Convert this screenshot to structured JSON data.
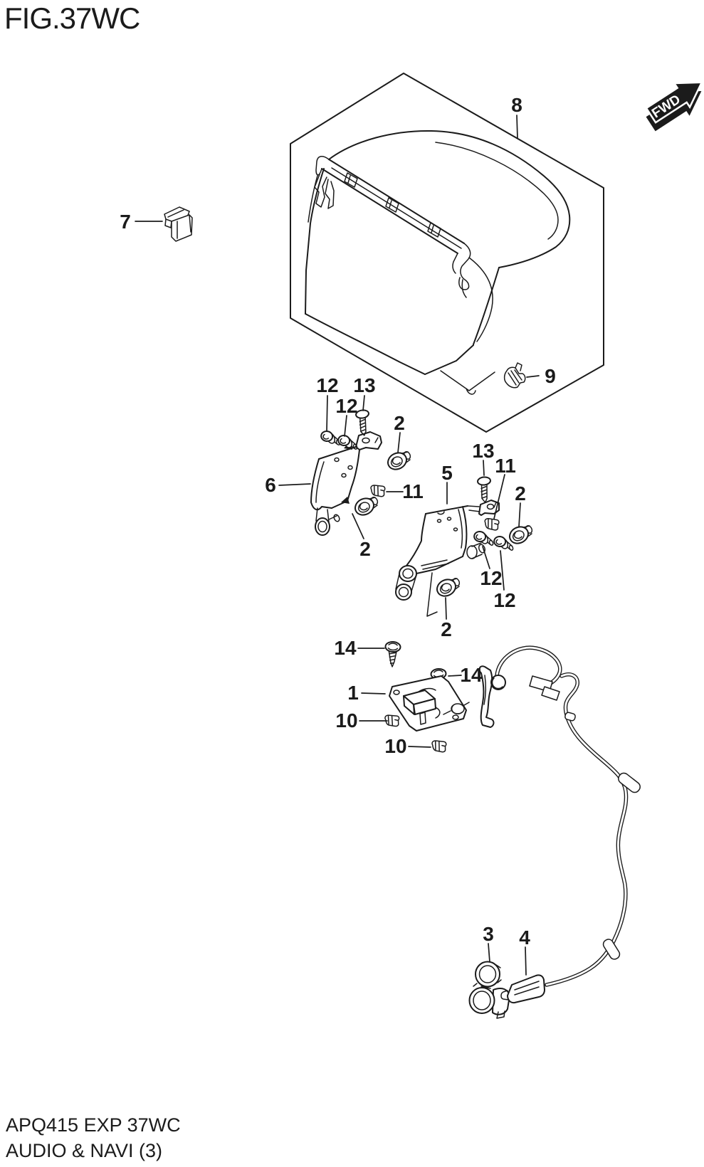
{
  "page": {
    "background": "#ffffff",
    "ink": "#1b1b1b"
  },
  "figure": {
    "title": "FIG.37WC"
  },
  "fwd_marker": {
    "label": "FWD",
    "icon": "fwd-arrow-icon"
  },
  "footer": {
    "code_line": "APQ415 EXP 37WC",
    "name_line": "AUDIO & NAVI (3)"
  },
  "callouts": [
    {
      "ref": "8"
    },
    {
      "ref": "7"
    },
    {
      "ref": "9"
    },
    {
      "ref": "12"
    },
    {
      "ref": "13"
    },
    {
      "ref": "12"
    },
    {
      "ref": "2"
    },
    {
      "ref": "6"
    },
    {
      "ref": "11"
    },
    {
      "ref": "2"
    },
    {
      "ref": "5"
    },
    {
      "ref": "13"
    },
    {
      "ref": "11"
    },
    {
      "ref": "2"
    },
    {
      "ref": "12"
    },
    {
      "ref": "12"
    },
    {
      "ref": "2"
    },
    {
      "ref": "14"
    },
    {
      "ref": "14"
    },
    {
      "ref": "1"
    },
    {
      "ref": "10"
    },
    {
      "ref": "10"
    },
    {
      "ref": "3"
    },
    {
      "ref": "4"
    }
  ]
}
